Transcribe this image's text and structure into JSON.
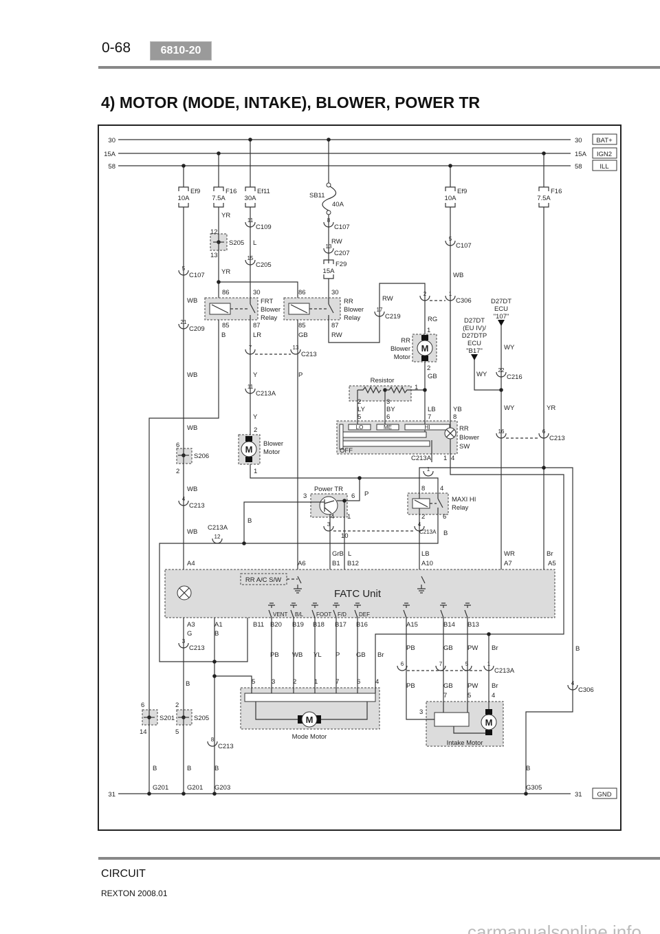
{
  "header": {
    "page_number": "0-68",
    "section_code": "6810-20",
    "title": "4) MOTOR (MODE, INTAKE), BLOWER, POWER TR"
  },
  "footer": {
    "section": "CIRCUIT",
    "model": "REXTON 2008.01",
    "watermark": "carmanualsonline.info"
  },
  "diagram": {
    "buses": [
      {
        "num": "30",
        "tag": "BAT+"
      },
      {
        "num": "15A",
        "tag": "IGN2"
      },
      {
        "num": "58",
        "tag": "ILL"
      },
      {
        "num": "31",
        "tag": "GND"
      }
    ],
    "fuses": [
      {
        "name": "Ef9",
        "rating": "10A"
      },
      {
        "name": "F16",
        "rating": "7.5A"
      },
      {
        "name": "Ef11",
        "rating": "30A"
      },
      {
        "name": "F29",
        "rating": "15A"
      },
      {
        "name": "Ef9",
        "rating": "10A"
      },
      {
        "name": "F16",
        "rating": "7.5A"
      }
    ],
    "fusible_link": {
      "name": "SB11",
      "rating": "40A"
    },
    "connectors": [
      {
        "pin": "5",
        "name": "C107"
      },
      {
        "pin": "11",
        "name": "C109"
      },
      {
        "pin": "15",
        "name": "C205"
      },
      {
        "pin": "8",
        "name": "C107"
      },
      {
        "pin": "13",
        "name": "C207"
      },
      {
        "pin": "21",
        "name": "C209"
      },
      {
        "pin": "7",
        "name": ""
      },
      {
        "pin": "13",
        "name": "C213"
      },
      {
        "pin": "11",
        "name": "C213A"
      },
      {
        "pin": "5",
        "name": "C107"
      },
      {
        "pin": "2",
        "name": ""
      },
      {
        "pin": "1",
        "name": "C306"
      },
      {
        "pin": "17",
        "name": "C219"
      },
      {
        "pin": "22",
        "name": "C216"
      },
      {
        "pin": "16",
        "name": ""
      },
      {
        "pin": "6",
        "name": "C213"
      },
      {
        "pin": "4",
        "name": "C213"
      },
      {
        "pin": "12",
        "name": ""
      },
      {
        "pin": "3",
        "name": ""
      },
      {
        "pin": "4",
        "name": ""
      },
      {
        "pin": "1",
        "name": ""
      },
      {
        "pin": "3",
        "name": "C213"
      },
      {
        "pin": "6",
        "name": ""
      },
      {
        "pin": "7",
        "name": ""
      },
      {
        "pin": "5",
        "name": ""
      },
      {
        "pin": "1",
        "name": "C213A"
      },
      {
        "pin": "8",
        "name": "C213"
      },
      {
        "pin": "4",
        "name": "C306"
      }
    ],
    "wire_labels": [
      "YR",
      "L",
      "YR",
      "WB",
      "B",
      "LR",
      "GB",
      "RW",
      "RW",
      "RW",
      "Y",
      "P",
      "WB",
      "Y",
      "WB",
      "WB",
      "WB",
      "RG",
      "WB",
      "GB",
      "LY",
      "BY",
      "LB",
      "YB",
      "WY",
      "WY",
      "WY",
      "YR",
      "C213A",
      "B",
      "P",
      "GrB",
      "L",
      "LB",
      "WR",
      "Br",
      "B",
      "G",
      "B",
      "PB",
      "WB",
      "YL",
      "P",
      "GB",
      "Br",
      "PB",
      "GB",
      "PW",
      "Br",
      "B",
      "PB",
      "GB",
      "PW",
      "Br",
      "B",
      "B",
      "B",
      "B",
      "B",
      "10",
      "C213A",
      "C213A"
    ],
    "pins": [
      "12",
      "13",
      "86",
      "30",
      "85",
      "87",
      "86",
      "30",
      "85",
      "87",
      "1",
      "2",
      "1",
      "2",
      "5",
      "3",
      "6",
      "7",
      "8",
      "1",
      "4",
      "2",
      "1",
      "6",
      "2",
      "3",
      "6",
      "4",
      "1",
      "8",
      "4",
      "2",
      "6",
      "5",
      "3",
      "2",
      "1",
      "7",
      "6",
      "4",
      "7",
      "5",
      "4",
      "3",
      "6",
      "14",
      "2",
      "5"
    ],
    "fatc_pins": [
      "A4",
      "A6",
      "B1",
      "B12",
      "A10",
      "A7",
      "A5",
      "A3",
      "A1",
      "B11",
      "B20",
      "B19",
      "B18",
      "B17",
      "B16",
      "A15",
      "B14",
      "B13"
    ],
    "splices": [
      "S205",
      "S206",
      "S201",
      "S205"
    ],
    "grounds": [
      "G201",
      "G201",
      "G203",
      "G305"
    ],
    "frt_relay": [
      "FRT",
      "Blower",
      "Relay"
    ],
    "rr_relay": [
      "RR",
      "Blower",
      "Relay"
    ],
    "maxi_relay": [
      "MAXI HI",
      "Relay"
    ],
    "rr_blower_motor": [
      "RR",
      "Blower",
      "Motor"
    ],
    "blower_motor": [
      "Blower",
      "Motor"
    ],
    "resistor": "Resistor",
    "rr_blower_sw": {
      "lines": [
        "RR",
        "Blower",
        "SW"
      ],
      "lo": "LO",
      "me": "ME",
      "hi": "HI",
      "off": "OFF"
    },
    "ecu_b17": [
      "D27DT",
      "(EU IV)/",
      "D27DTP",
      "ECU",
      "\"B17\""
    ],
    "ecu_107": [
      "D27DT",
      "ECU",
      "\"107\""
    ],
    "power_tr": "Power TR",
    "fatc": {
      "name": "FATC Unit",
      "rr_ac_sw": "RR A/C S/W",
      "modes": [
        "VENT",
        "B/L",
        "FOOT",
        "F/D",
        "DEF"
      ]
    },
    "mode_motor": "Mode Motor",
    "intake_motor": "Intake Motor",
    "motor_symbol": "M"
  }
}
